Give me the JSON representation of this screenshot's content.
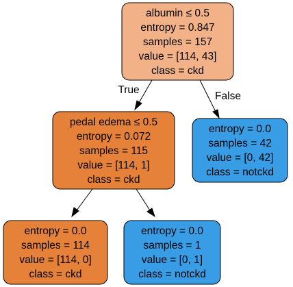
{
  "nodes": {
    "root": {
      "color": "#f2b186",
      "lines": [
        "albumin ≤ 0.5",
        "entropy = 0.847",
        "samples = 157",
        "value = [114, 43]",
        "class = ckd"
      ]
    },
    "left": {
      "color": "#e68139",
      "lines": [
        "pedal edema ≤ 0.5",
        "entropy = 0.072",
        "samples = 115",
        "value = [114, 1]",
        "class = ckd"
      ]
    },
    "right": {
      "color": "#399de5",
      "lines": [
        "entropy = 0.0",
        "samples = 42",
        "value = [0, 42]",
        "class = notckd"
      ]
    },
    "left_left": {
      "color": "#e58139",
      "lines": [
        "entropy = 0.0",
        "samples = 114",
        "value = [114, 0]",
        "class = ckd"
      ]
    },
    "left_right": {
      "color": "#399de5",
      "lines": [
        "entropy = 0.0",
        "samples = 1",
        "value = [0, 1]",
        "class = notckd"
      ]
    }
  },
  "edges": {
    "true_label": "True",
    "false_label": "False"
  }
}
